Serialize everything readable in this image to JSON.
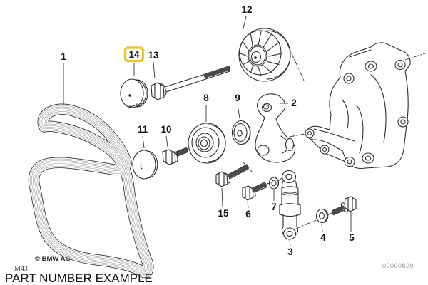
{
  "branding": {
    "copyright": "© BMW AG",
    "model_code": "M43",
    "caption": "PART NUMBER EXAMPLE",
    "doc_number": "00000820"
  },
  "colors": {
    "highlight": "#EEC41F",
    "line": "#2b2b2b"
  },
  "highlighted_part": "14",
  "labels": [
    {
      "num": "1"
    },
    {
      "num": "2"
    },
    {
      "num": "3"
    },
    {
      "num": "4"
    },
    {
      "num": "5"
    },
    {
      "num": "6"
    },
    {
      "num": "7"
    },
    {
      "num": "8"
    },
    {
      "num": "9"
    },
    {
      "num": "10"
    },
    {
      "num": "11"
    },
    {
      "num": "12"
    },
    {
      "num": "13"
    },
    {
      "num": "14"
    },
    {
      "num": "15"
    }
  ]
}
